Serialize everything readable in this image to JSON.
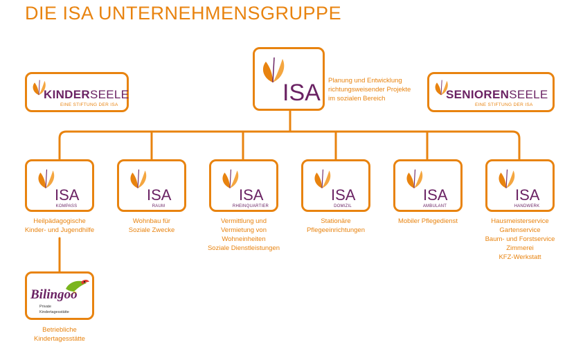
{
  "title": "DIE ISA UNTERNEHMENSGRUPPE",
  "colors": {
    "orange": "#e8830f",
    "purple": "#6a2263",
    "green": "#7ab51d"
  },
  "top": {
    "logo": "ISA",
    "description": [
      "Planung und Entwicklung",
      "richtungsweisender Projekte",
      "im sozialen Bereich"
    ]
  },
  "kinderseele": {
    "name_bold": "KINDER",
    "name_rest": "SEELE",
    "tagline": "EINE STIFTUNG DER ISA"
  },
  "seniorenseele": {
    "name_bold": "SENIOREN",
    "name_rest": "SEELE",
    "tagline": "EINE STIFTUNG DER ISA"
  },
  "units": [
    {
      "logo": "ISA",
      "sub": "KOMPASS",
      "description": [
        "Heilpädagogische",
        "Kinder- und Jugendhilfe"
      ]
    },
    {
      "logo": "ISA",
      "sub": "RAUM",
      "description": [
        "Wohnbau für",
        "Soziale Zwecke"
      ]
    },
    {
      "logo": "ISA",
      "sub": "RHEINQUARTIER",
      "description": [
        "Vermittlung und",
        "Vermietung von",
        "Wohneinheiten",
        "Soziale Dienstleistungen"
      ]
    },
    {
      "logo": "ISA",
      "sub": "DOMIZIL",
      "description": [
        "Stationäre",
        "Pflegeeinrichtungen"
      ]
    },
    {
      "logo": "ISA",
      "sub": "AMBULANT",
      "description": [
        "Mobiler Pflegedienst"
      ]
    },
    {
      "logo": "ISA",
      "sub": "HANDWERK",
      "description": [
        "Hausmeisterservice",
        "Gartenservice",
        "Baum- und Forstservice",
        "Zimmerei",
        "KFZ-Werkstatt"
      ]
    }
  ],
  "bilingoo": {
    "name": "Bilingoo",
    "tagline": [
      "Private",
      "Kindertagesstätte"
    ],
    "description": [
      "Betriebliche",
      "Kindertagesstätte"
    ]
  }
}
